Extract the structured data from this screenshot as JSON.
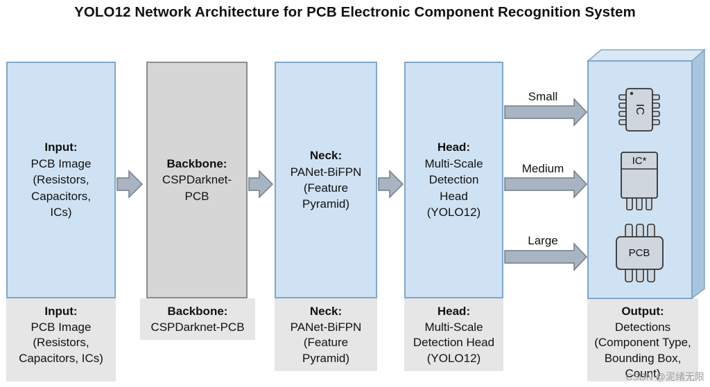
{
  "title": "YOLO12 Network Architecture for PCB Electronic Component Recognition System",
  "blocks": {
    "input": {
      "heading": "Input:",
      "lines": [
        "PCB Image",
        "(Resistors,",
        "Capacitors,",
        "ICs)"
      ]
    },
    "backbone": {
      "heading": "Backbone:",
      "lines": [
        "CSPDarknet-",
        "PCB"
      ]
    },
    "neck": {
      "heading": "Neck:",
      "lines": [
        "PANet-BiFPN",
        "(Feature",
        "Pyramid)"
      ]
    },
    "head": {
      "heading": "Head:",
      "lines": [
        "Multi-Scale",
        "Detection",
        "Head",
        "(YOLO12)"
      ]
    }
  },
  "captions": {
    "input": {
      "heading": "Input:",
      "lines": [
        "PCB Image",
        "(Resistors,",
        "Capacitors, ICs)"
      ]
    },
    "backbone": {
      "heading": "Backbone:",
      "lines": [
        "CSPDarknet-PCB"
      ]
    },
    "neck": {
      "heading": "Neck:",
      "lines": [
        "PANet-BiFPN",
        "(Feature",
        "Pyramid)"
      ]
    },
    "head": {
      "heading": "Head:",
      "lines": [
        "Multi-Scale",
        "Detection Head",
        "(YOLO12)"
      ]
    },
    "output": {
      "heading": "Output:",
      "lines": [
        "Detections",
        "(Component Type,",
        "Bounding Box,",
        "Count)"
      ]
    }
  },
  "scales": [
    "Small",
    "Medium",
    "Large"
  ],
  "chip_labels": {
    "small": "IC",
    "medium": "IC*",
    "large": "PCB"
  },
  "icons": [
    "arrow-right-icon",
    "ic-chip-icon",
    "ic-package-icon",
    "pcb-chip-icon"
  ],
  "colors": {
    "block_fill": "#cfe2f3",
    "block_border": "#7fa6c9",
    "backbone_fill": "#d6d6d6",
    "caption_fill": "#e6e6e6",
    "arrow_fill": "#a8b4c2"
  },
  "watermark": "CSDN @泥绪无限"
}
